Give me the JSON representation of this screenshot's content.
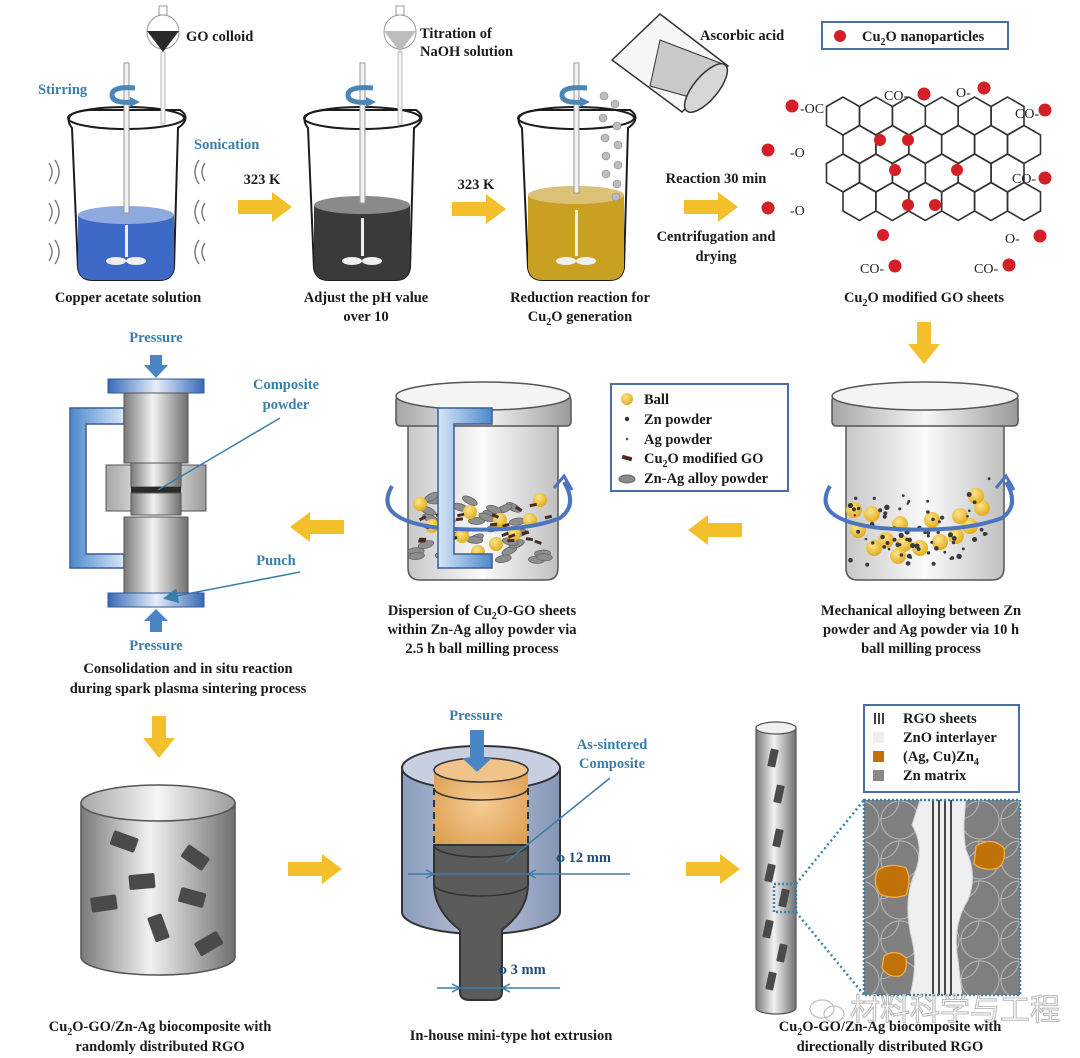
{
  "figure": {
    "title": "Fabrication process of Cu2O-GO/Zn-Ag biocomposite",
    "watermark": "材料科学与工程"
  },
  "colors": {
    "arrow_yellow": "#f3bf2b",
    "process_blue": "#3b7ea8",
    "solution_blue": "#3d68c6",
    "solution_black": "#3a3a3a",
    "solution_gold": "#c9a021",
    "cu2o_red": "#d31f25",
    "ball_yellow": "#f0c030",
    "rgo_dark": "#4a4a4a",
    "zno_light": "#efefef",
    "agcuzn_orange": "#c07208",
    "zn_matrix": "#808080"
  },
  "step1": {
    "caption": "Copper acetate solution",
    "funnel_label": "GO colloid",
    "stir_label": "Stirring",
    "sonic_label": "Sonication"
  },
  "arrow1": {
    "label": "323 K"
  },
  "step2": {
    "caption_line1": "Adjust the pH value",
    "caption_line2": "over 10",
    "funnel_label_line1": "Titration of",
    "funnel_label_line2": "NaOH solution"
  },
  "arrow2": {
    "label": "323 K"
  },
  "step3": {
    "caption_line1": "Reduction reaction  for",
    "caption_line2_pre": "Cu",
    "caption_line2_sub": "2",
    "caption_line2_post": "O generation",
    "pour_label": "Ascorbic acid"
  },
  "arrow3": {
    "label_top": "Reaction 30 min",
    "label_bottom_line1": "Centrifugation and",
    "label_bottom_line2": "drying"
  },
  "step4": {
    "legend_pre": "Cu",
    "legend_sub": "2",
    "legend_post": "O nanoparticles",
    "caption_pre": "Cu",
    "caption_sub": "2",
    "caption_post": "O modified GO sheets",
    "groups": {
      "co": "CO",
      "oc": "OC",
      "o": "O"
    }
  },
  "step5": {
    "caption_line1": "Mechanical alloying between Zn",
    "caption_line2": "powder and Ag powder via 10 h",
    "caption_line3": "ball milling process"
  },
  "legend_milling": {
    "items": [
      {
        "label": "Ball",
        "icon": "ball-icon"
      },
      {
        "label": "Zn powder",
        "icon": "zn-powder-icon"
      },
      {
        "label": "Ag powder",
        "icon": "ag-powder-icon"
      },
      {
        "label_pre": "Cu",
        "label_sub": "2",
        "label_post": "O modified GO",
        "icon": "cu2o-go-icon"
      },
      {
        "label": "Zn-Ag alloy powder",
        "icon": "alloy-powder-icon"
      }
    ]
  },
  "step6": {
    "caption_line1_pre": "Dispersion of  Cu",
    "caption_line1_sub": "2",
    "caption_line1_post": "O-GO sheets",
    "caption_line2": "within Zn-Ag alloy powder via",
    "caption_line3": "2.5 h ball milling process"
  },
  "step7": {
    "pressure_top": "Pressure",
    "pressure_bottom": "Pressure",
    "composite_label_line1": "Composite",
    "composite_label_line2": "powder",
    "punch_label": "Punch",
    "caption_line1": "Consolidation and in situ reaction",
    "caption_line2": "during spark plasma sintering process"
  },
  "step8": {
    "caption_line1_pre": "Cu",
    "caption_line1_sub": "2",
    "caption_line1_post": "O-GO/Zn-Ag  biocomposite  with",
    "caption_line2": "randomly distributed RGO"
  },
  "step9": {
    "pressure_label": "Pressure",
    "sintered_label_line1": "As-sintered",
    "sintered_label_line2": "Composite",
    "dia_large": "ϕ 12 mm",
    "dia_small": "ϕ 3 mm",
    "caption": "In-house mini-type hot extrusion"
  },
  "step10": {
    "caption_line1_pre": "Cu",
    "caption_line1_sub": "2",
    "caption_line1_post": "O-GO/Zn-Ag  biocomposite  with",
    "caption_line2": "directionally distributed RGO",
    "legend": [
      {
        "label": "RGO sheets",
        "icon": "rgo-sheets-icon"
      },
      {
        "label": "ZnO interlayer",
        "icon": "zno-swatch-icon"
      },
      {
        "label_pre": "(Ag, Cu)Zn",
        "label_sub": "4",
        "icon": "agcuzn-swatch-icon"
      },
      {
        "label": "Zn matrix",
        "icon": "zn-matrix-swatch-icon"
      }
    ]
  }
}
